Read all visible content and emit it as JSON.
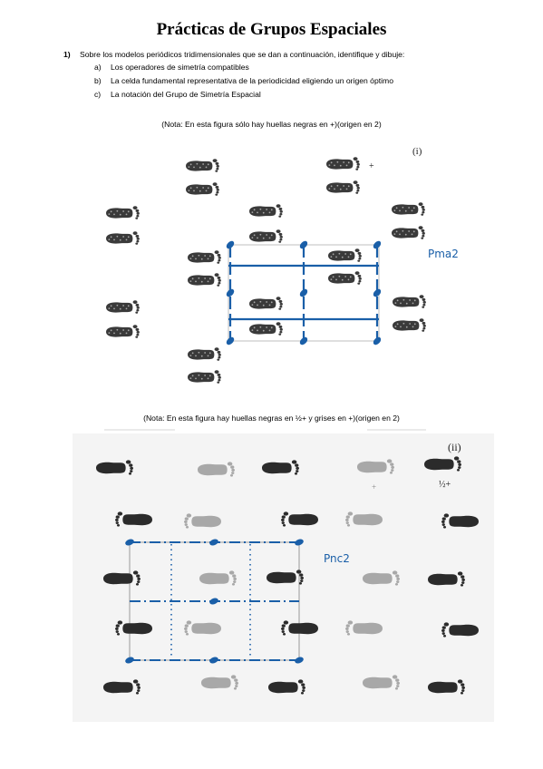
{
  "document": {
    "title": "Prácticas de Grupos Espaciales",
    "question": {
      "number": "1)",
      "text": "Sobre los modelos periódicos tridimensionales que se dan a continuación, identifique y dibuje:",
      "items": [
        {
          "letter": "a)",
          "text": "Los operadores de simetría compatibles"
        },
        {
          "letter": "b)",
          "text": "La celda fundamental representativa de la periodicidad eligiendo un origen óptimo"
        },
        {
          "letter": "c)",
          "text": "La notación del Grupo de Simetría Espacial"
        }
      ]
    },
    "figure1": {
      "note": "(Nota: En esta figura sólo hay huellas negras en +)(origen en 2)",
      "label": "(i)",
      "plus": "+",
      "group": "Pma2"
    },
    "figure2": {
      "note": "(Nota: En esta figura hay huellas negras en ½+ y grises en +)(origen en 2)",
      "label": "(ii)",
      "plus": "+",
      "half_plus": "½+",
      "group": "Pnc2"
    },
    "colors": {
      "print_black": "#2b2b2b",
      "print_gray": "#a8a8a8",
      "symmetry_blue": "#1a5fa8",
      "cell_gray": "#9a9a9a"
    }
  }
}
